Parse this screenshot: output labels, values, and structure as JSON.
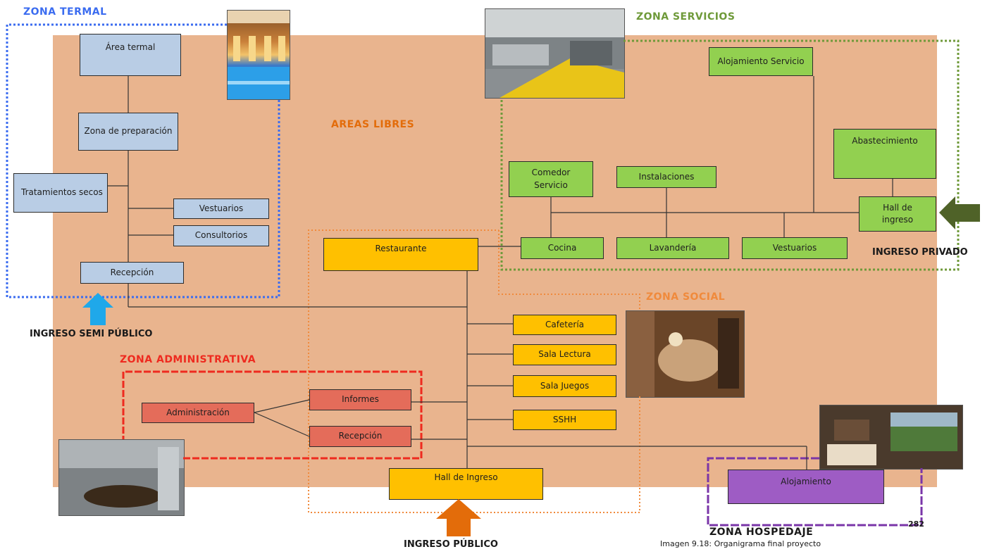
{
  "zones": {
    "termal": "ZONA TERMAL",
    "servicios": "ZONA SERVICIOS",
    "social": "ZONA SOCIAL",
    "administrativa": "ZONA ADMINISTRATIVA",
    "hospedaje": "ZONA HOSPEDAJE"
  },
  "areas_libres": "AREAS LIBRES",
  "ingresos": {
    "semi_publico": "INGRESO SEMI PÚBLICO",
    "privado": "INGRESO PRIVADO",
    "publico": "INGRESO PÚBLICO"
  },
  "termal": {
    "area_termal": "Área termal",
    "zona_preparacion": "Zona de preparación",
    "tratamientos_secos": "Tratamientos secos",
    "vestuarios": "Vestuarios",
    "consultorios": "Consultorios",
    "recepcion": "Recepción"
  },
  "servicios": {
    "alojamiento_servicio": "Alojamiento Servicio",
    "abastecimiento": "Abastecimiento",
    "comedor_servicio": "Comedor Servicio",
    "instalaciones": "Instalaciones",
    "hall_ingreso": "Hall de ingreso",
    "cocina": "Cocina",
    "lavanderia": "Lavandería",
    "vestuarios": "Vestuarios"
  },
  "social": {
    "restaurante": "Restaurante",
    "cafeteria": "Cafetería",
    "sala_lectura": "Sala Lectura",
    "sala_juegos": "Sala Juegos",
    "sshh": "SSHH",
    "hall_ingreso": "Hall de Ingreso"
  },
  "administrativa": {
    "administracion": "Administración",
    "informes": "Informes",
    "recepcion": "Recepción"
  },
  "hospedaje": {
    "alojamiento": "Alojamiento"
  },
  "page_number": "282",
  "caption": "Imagen 9.18: Organigrama final proyecto",
  "colors": {
    "background": "#e9b48e",
    "termal": "#3b6cf0",
    "servicios": "#6f9a3a",
    "social": "#f08a3c",
    "administrativa": "#ee2a1f",
    "hospedaje": "#7a35a8",
    "arrow_semi_publico": "#1fa8ea",
    "arrow_privado": "#4f6228",
    "arrow_publico": "#e36c0a"
  }
}
